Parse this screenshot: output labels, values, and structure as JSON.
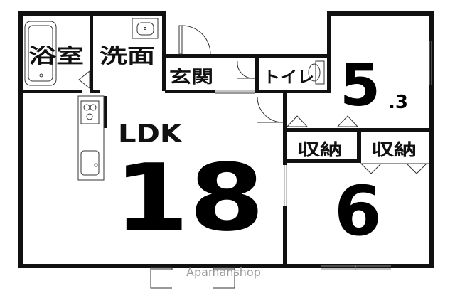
{
  "rooms": {
    "bath": {
      "label": "浴室"
    },
    "washroom": {
      "label": "洗面"
    },
    "entrance": {
      "label": "玄関"
    },
    "toilet": {
      "label": "トイレ"
    },
    "bedroom1": {
      "size_int": "5",
      "size_dec": ".3"
    },
    "storage1": {
      "label": "収納"
    },
    "storage2": {
      "label": "収納"
    },
    "ldk": {
      "label": "LDK",
      "size": "18"
    },
    "bedroom2": {
      "size": "6"
    }
  },
  "watermark": "Apamanshop",
  "colors": {
    "wall": "#111111",
    "watermark": "#9a9a9a",
    "background": "#ffffff"
  }
}
